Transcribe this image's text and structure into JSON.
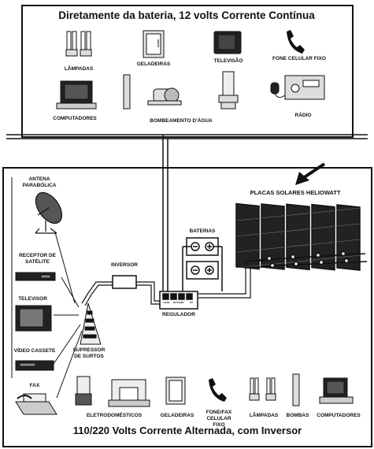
{
  "dc_panel": {
    "title": "Diretamente da bateria, 12 volts Corrente Contínua",
    "labels": {
      "lamps": "LÂMPADAS",
      "fridges": "GELADEIRAS",
      "tv": "TELEVISÃO",
      "phone": "FONE CELULAR FIXO",
      "computers": "COMPUTADORES",
      "pumping": "BOMBEAMENTO D'ÁGUA",
      "radio": "RÁDIO"
    }
  },
  "system": {
    "solar_title": "PLACAS SOLARES HELIOWATT",
    "batteries": "BATERIAS",
    "inverter": "INVERSOR",
    "regulator": "REGULADOR",
    "regulator_terminals": [
      "LOAD",
      "BATTERY",
      "PV"
    ],
    "surge": "SUPRESSOR DE SURTOS"
  },
  "ac_panel": {
    "title": "110/220 Volts Corrente Alternada, com Inversor",
    "left_labels": {
      "antenna": "ANTENA PARABÓLICA",
      "receiver": "RECEPTOR DE SATÉLITE",
      "tv": "TELEVISOR",
      "vcr": "VÍDEO CASSETE",
      "fax": "FAX"
    },
    "bottom_labels": {
      "appliances": "ELETRODOMÉSTICOS",
      "fridges": "GELADEIRAS",
      "phone_fax": "FONE/FAX CELULAR FIXO",
      "lamps": "LÂMPADAS",
      "pumps": "BOMBAS",
      "computers": "COMPUTADORES"
    }
  },
  "icons": [
    "lamp-icon",
    "fridge-icon",
    "tv-icon",
    "phone-icon",
    "computer-icon",
    "pump-icon",
    "radio-icon",
    "arrow-icon",
    "solar-panel-icon",
    "battery-icon",
    "inverter-icon",
    "regulator-icon",
    "surge-protector-icon",
    "dish-antenna-icon",
    "receiver-icon",
    "vcr-icon",
    "fax-icon",
    "blender-icon",
    "sewing-machine-icon"
  ],
  "colors": {
    "ink": "#111111",
    "paper": "#ffffff",
    "panel_cell": "#222222"
  }
}
